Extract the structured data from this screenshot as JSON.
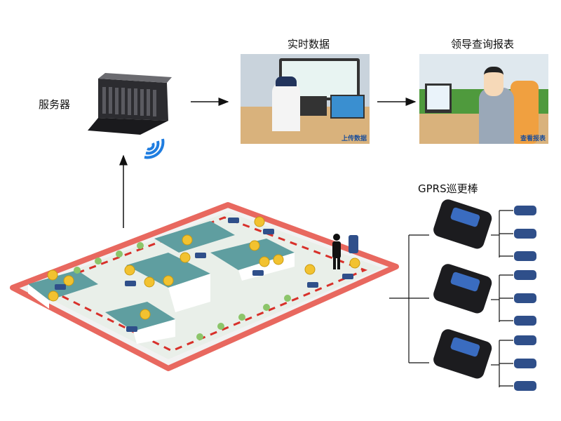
{
  "server": {
    "label": "服务器",
    "icon": "server-rack-icon"
  },
  "realtime": {
    "title": "实时数据",
    "caption": "上传数据"
  },
  "report": {
    "title": "领导查询报表",
    "caption": "查看报表"
  },
  "gprs": {
    "label": "GPRS巡更棒",
    "device_count": 3,
    "checkpoints_per_device": 3
  },
  "colors": {
    "wall": "#e8685f",
    "roof": "#5f9ea0",
    "device": "#2f4f8a",
    "marker": "#f2c230",
    "path": "#d8302a"
  }
}
